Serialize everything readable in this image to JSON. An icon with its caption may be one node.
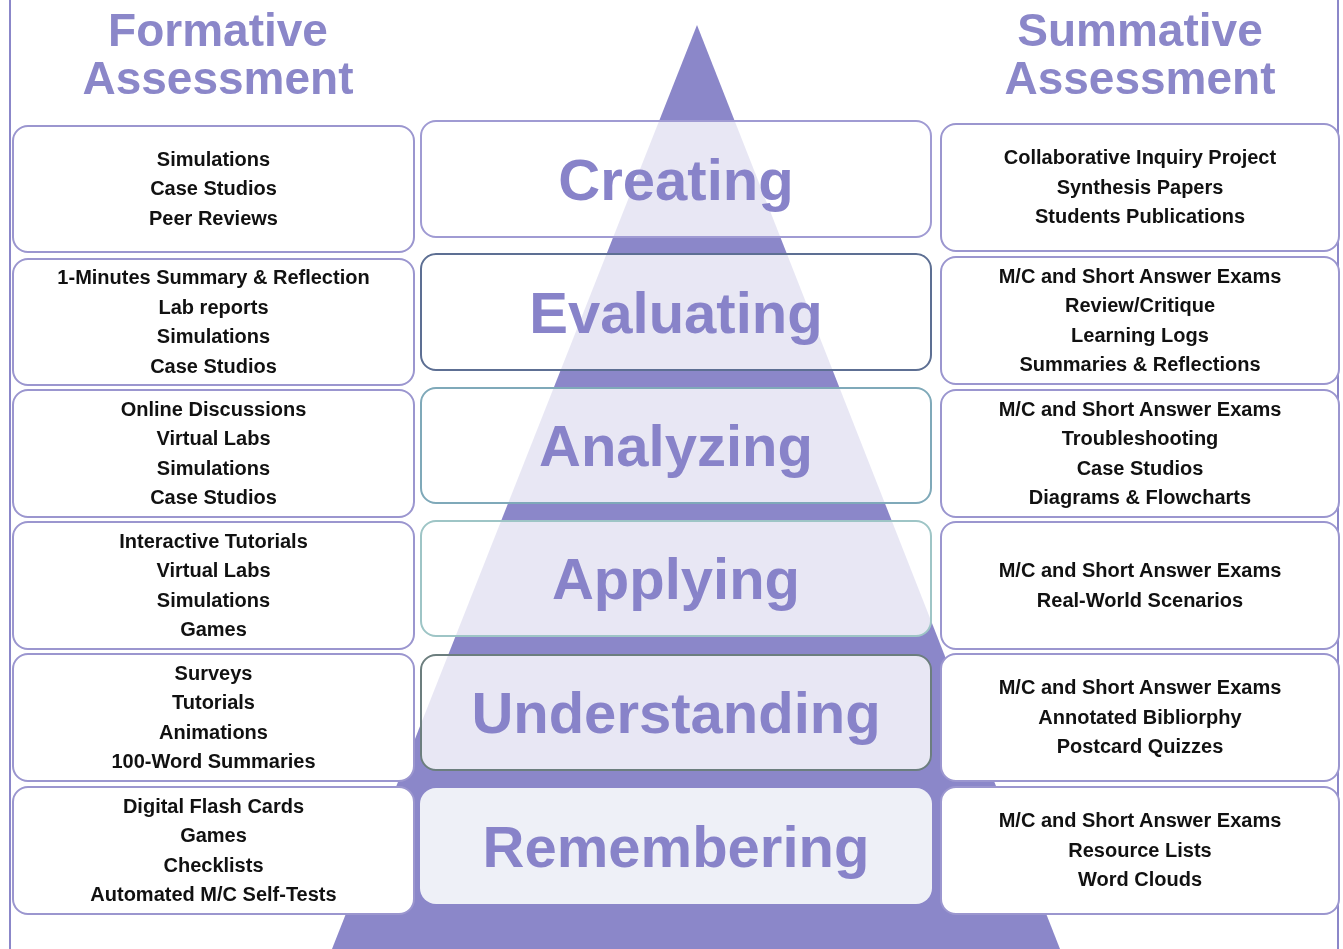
{
  "diagram": {
    "nodes": [
      {
        "text": [
          "Simulations",
          "Case Studios",
          "Peer Reviews"
        ]
      },
      {
        "text": [
          "Creating"
        ]
      },
      {
        "text": [
          "Collaborative Inquiry Project",
          "Synthesis Papers",
          "Students Publications"
        ]
      },
      {
        "text": [
          "1-Minutes Summary & Reflection",
          "Lab reports",
          "Simulations",
          "Case Studios"
        ]
      },
      {
        "text": [
          "Evaluating"
        ]
      },
      {
        "text": [
          "M/C and Short Answer Exams",
          "Review/Critique",
          "Learning Logs",
          "Summaries & Reflections"
        ]
      },
      {
        "text": [
          "Online Discussions",
          "Virtual Labs",
          "Simulations",
          "Case Studios"
        ]
      },
      {
        "text": [
          "Analyzing"
        ]
      },
      {
        "text": [
          "M/C and Short Answer Exams",
          "Troubleshooting",
          "Case Studios",
          "Diagrams & Flowcharts"
        ]
      },
      {
        "text": [
          "Interactive Tutorials",
          "Virtual Labs",
          "Simulations",
          "Games"
        ]
      },
      {
        "text": [
          "Applying"
        ]
      },
      {
        "text": [
          "M/C and Short Answer Exams",
          "Real-World Scenarios"
        ]
      },
      {
        "text": [
          "Surveys",
          "Tutorials",
          "Animations",
          "100-Word Summaries"
        ]
      },
      {
        "text": [
          "Understanding"
        ]
      },
      {
        "text": [
          "M/C and Short Answer Exams",
          "Annotated Bibliorphy",
          "Postcard Quizzes"
        ]
      },
      {
        "text": [
          "Digital Flash Cards",
          "Games",
          "Checklists",
          "Automated M/C Self-Tests"
        ]
      },
      {
        "text": [
          "Remembering"
        ]
      },
      {
        "text": [
          "M/C and Short Answer Exams",
          "Resource Lists",
          "Word Clouds"
        ]
      }
    ],
    "labels": [
      "Formative Assessment",
      "Summative Assessment"
    ]
  }
}
